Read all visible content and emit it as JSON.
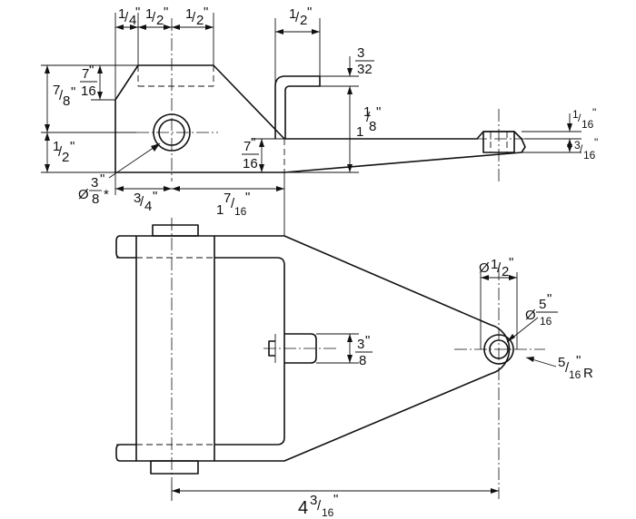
{
  "drawing": {
    "top_view_dims": {
      "w_quarter": [
        "1",
        "/",
        "4",
        "\""
      ],
      "w_half_a": [
        "1",
        "/",
        "2",
        "\""
      ],
      "w_half_b": [
        "1",
        "/",
        "2",
        "\""
      ],
      "w_half_c": [
        "1",
        "/",
        "2",
        "\""
      ],
      "t_3_32": [
        "3",
        "32"
      ],
      "h_7_16_top": [
        "7",
        "\"",
        "16"
      ],
      "h_7_8": [
        "7",
        "/",
        "8",
        "\""
      ],
      "h_1_2": [
        "1",
        "/",
        "2",
        "\""
      ],
      "h_1_1_8": [
        "1",
        "1",
        "/",
        "8",
        "\""
      ],
      "h_7_16_mid": [
        "7",
        "\"",
        "16"
      ],
      "h_1_16": [
        "1",
        "/",
        "16",
        "\""
      ],
      "h_3_16": [
        "3",
        "/",
        "16",
        "\""
      ],
      "dia_3_8": [
        "Ø",
        "3",
        "\"",
        "8",
        "*"
      ],
      "len_3_4": [
        "3",
        "/",
        "4",
        "\""
      ],
      "len_1_7_16": [
        "1",
        "7",
        "/",
        "16",
        "\""
      ]
    },
    "plan_view_dims": {
      "dia_1_2": [
        "Ø",
        "1",
        "/",
        "2",
        "\""
      ],
      "dia_5_16": [
        "Ø",
        "5",
        "\"",
        "16"
      ],
      "h_3_8": [
        "3",
        "\"",
        "8"
      ],
      "rad_5_16": [
        "5",
        "/",
        "16",
        "\"",
        "R"
      ],
      "len_4_3_16": [
        "4",
        "3",
        "/",
        "16",
        "\""
      ]
    }
  }
}
